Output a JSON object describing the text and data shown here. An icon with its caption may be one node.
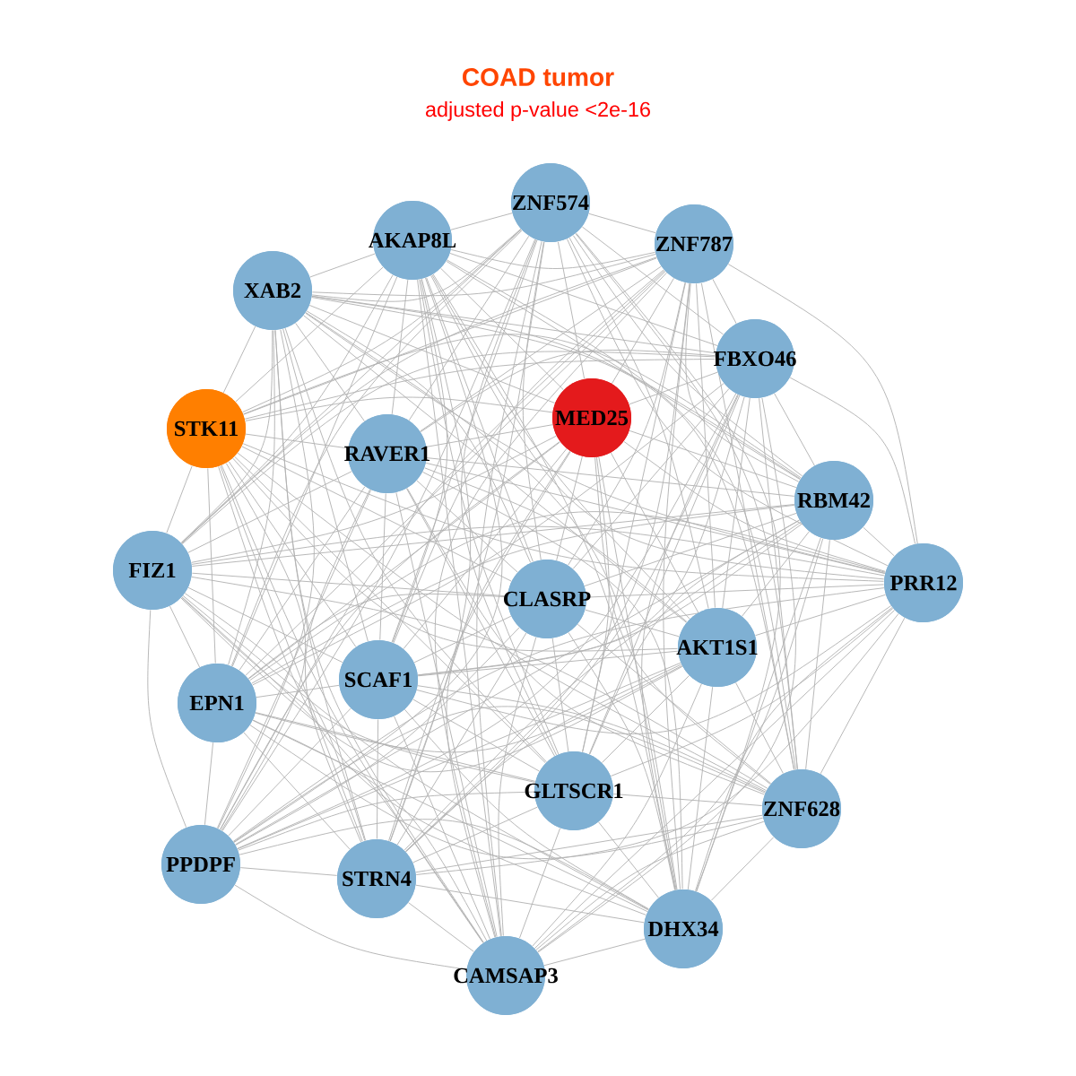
{
  "diagram": {
    "title": "COAD tumor",
    "nodes": [
      {
        "text": [
          "ZNF574"
        ]
      },
      {
        "text": [
          "AKAP8L"
        ]
      },
      {
        "text": [
          "ZNF787"
        ]
      },
      {
        "text": [
          "XAB2"
        ]
      },
      {
        "text": [
          "FBXO46"
        ]
      },
      {
        "text": [
          "MED25"
        ]
      },
      {
        "text": [
          "STK11"
        ]
      },
      {
        "text": [
          "RAVER1"
        ]
      },
      {
        "text": [
          "RBM42"
        ]
      },
      {
        "text": [
          "FIZ1"
        ]
      },
      {
        "text": [
          "CLASRP"
        ]
      },
      {
        "text": [
          "PRR12"
        ]
      },
      {
        "text": [
          "AKT1S1"
        ]
      },
      {
        "text": [
          "EPN1"
        ]
      },
      {
        "text": [
          "SCAF1"
        ]
      },
      {
        "text": [
          "GLTSCR1"
        ]
      },
      {
        "text": [
          "ZNF628"
        ]
      },
      {
        "text": [
          "PPDPF"
        ]
      },
      {
        "text": [
          "STRN4"
        ]
      },
      {
        "text": [
          "DHX34"
        ]
      },
      {
        "text": [
          "CAMSAP3"
        ]
      }
    ],
    "edges": [
      {
        "from": 0,
        "to": 1,
        "arrow": "none"
      },
      {
        "from": 0,
        "to": 2,
        "arrow": "none"
      },
      {
        "from": 0,
        "to": 3,
        "arrow": "none"
      },
      {
        "from": 0,
        "to": 4,
        "arrow": "none"
      },
      {
        "from": 0,
        "to": 5,
        "arrow": "none"
      },
      {
        "from": 0,
        "to": 6,
        "arrow": "none"
      },
      {
        "from": 0,
        "to": 7,
        "arrow": "none"
      },
      {
        "from": 0,
        "to": 8,
        "arrow": "none"
      },
      {
        "from": 0,
        "to": 9,
        "arrow": "none"
      },
      {
        "from": 0,
        "to": 10,
        "arrow": "none"
      },
      {
        "from": 0,
        "to": 11,
        "arrow": "none"
      },
      {
        "from": 0,
        "to": 12,
        "arrow": "none"
      },
      {
        "from": 0,
        "to": 13,
        "arrow": "none"
      },
      {
        "from": 0,
        "to": 14,
        "arrow": "none"
      },
      {
        "from": 0,
        "to": 15,
        "arrow": "none"
      },
      {
        "from": 0,
        "to": 16,
        "arrow": "none"
      },
      {
        "from": 0,
        "to": 17,
        "arrow": "none"
      },
      {
        "from": 0,
        "to": 18,
        "arrow": "none"
      },
      {
        "from": 0,
        "to": 19,
        "arrow": "none"
      },
      {
        "from": 0,
        "to": 20,
        "arrow": "none"
      },
      {
        "from": 1,
        "to": 2,
        "arrow": "none"
      },
      {
        "from": 1,
        "to": 3,
        "arrow": "none"
      },
      {
        "from": 1,
        "to": 4,
        "arrow": "none"
      },
      {
        "from": 1,
        "to": 5,
        "arrow": "none"
      },
      {
        "from": 1,
        "to": 6,
        "arrow": "none"
      },
      {
        "from": 1,
        "to": 7,
        "arrow": "none"
      },
      {
        "from": 1,
        "to": 8,
        "arrow": "none"
      },
      {
        "from": 1,
        "to": 9,
        "arrow": "none"
      },
      {
        "from": 1,
        "to": 10,
        "arrow": "none"
      },
      {
        "from": 1,
        "to": 11,
        "arrow": "none"
      },
      {
        "from": 1,
        "to": 12,
        "arrow": "none"
      },
      {
        "from": 1,
        "to": 13,
        "arrow": "none"
      },
      {
        "from": 1,
        "to": 14,
        "arrow": "none"
      },
      {
        "from": 1,
        "to": 15,
        "arrow": "none"
      },
      {
        "from": 1,
        "to": 16,
        "arrow": "none"
      },
      {
        "from": 1,
        "to": 17,
        "arrow": "none"
      },
      {
        "from": 1,
        "to": 18,
        "arrow": "none"
      },
      {
        "from": 1,
        "to": 19,
        "arrow": "none"
      },
      {
        "from": 1,
        "to": 20,
        "arrow": "none"
      },
      {
        "from": 2,
        "to": 3,
        "arrow": "none"
      },
      {
        "from": 2,
        "to": 4,
        "arrow": "none"
      },
      {
        "from": 2,
        "to": 5,
        "arrow": "none"
      },
      {
        "from": 2,
        "to": 6,
        "arrow": "none"
      },
      {
        "from": 2,
        "to": 7,
        "arrow": "none"
      },
      {
        "from": 2,
        "to": 8,
        "arrow": "none"
      },
      {
        "from": 2,
        "to": 9,
        "arrow": "none"
      },
      {
        "from": 2,
        "to": 10,
        "arrow": "none"
      },
      {
        "from": 2,
        "to": 11,
        "arrow": "none"
      },
      {
        "from": 2,
        "to": 12,
        "arrow": "none"
      },
      {
        "from": 2,
        "to": 13,
        "arrow": "none"
      },
      {
        "from": 2,
        "to": 14,
        "arrow": "none"
      },
      {
        "from": 2,
        "to": 15,
        "arrow": "none"
      },
      {
        "from": 2,
        "to": 16,
        "arrow": "none"
      },
      {
        "from": 2,
        "to": 17,
        "arrow": "none"
      },
      {
        "from": 2,
        "to": 18,
        "arrow": "none"
      },
      {
        "from": 2,
        "to": 19,
        "arrow": "none"
      },
      {
        "from": 2,
        "to": 20,
        "arrow": "none"
      },
      {
        "from": 3,
        "to": 4,
        "arrow": "none"
      },
      {
        "from": 3,
        "to": 5,
        "arrow": "none"
      },
      {
        "from": 3,
        "to": 6,
        "arrow": "none"
      },
      {
        "from": 3,
        "to": 7,
        "arrow": "none"
      },
      {
        "from": 3,
        "to": 8,
        "arrow": "none"
      },
      {
        "from": 3,
        "to": 9,
        "arrow": "none"
      },
      {
        "from": 3,
        "to": 10,
        "arrow": "none"
      },
      {
        "from": 3,
        "to": 11,
        "arrow": "none"
      },
      {
        "from": 3,
        "to": 12,
        "arrow": "none"
      },
      {
        "from": 3,
        "to": 13,
        "arrow": "none"
      },
      {
        "from": 3,
        "to": 14,
        "arrow": "none"
      },
      {
        "from": 3,
        "to": 15,
        "arrow": "none"
      },
      {
        "from": 3,
        "to": 16,
        "arrow": "none"
      },
      {
        "from": 3,
        "to": 17,
        "arrow": "none"
      },
      {
        "from": 3,
        "to": 18,
        "arrow": "none"
      },
      {
        "from": 3,
        "to": 19,
        "arrow": "none"
      },
      {
        "from": 3,
        "to": 20,
        "arrow": "none"
      },
      {
        "from": 4,
        "to": 5,
        "arrow": "none"
      },
      {
        "from": 4,
        "to": 6,
        "arrow": "none"
      },
      {
        "from": 4,
        "to": 7,
        "arrow": "none"
      },
      {
        "from": 4,
        "to": 8,
        "arrow": "none"
      },
      {
        "from": 4,
        "to": 9,
        "arrow": "none"
      },
      {
        "from": 4,
        "to": 10,
        "arrow": "none"
      },
      {
        "from": 4,
        "to": 11,
        "arrow": "none"
      },
      {
        "from": 4,
        "to": 12,
        "arrow": "none"
      },
      {
        "from": 4,
        "to": 13,
        "arrow": "none"
      },
      {
        "from": 4,
        "to": 14,
        "arrow": "none"
      },
      {
        "from": 4,
        "to": 15,
        "arrow": "none"
      },
      {
        "from": 4,
        "to": 16,
        "arrow": "none"
      },
      {
        "from": 4,
        "to": 17,
        "arrow": "none"
      },
      {
        "from": 4,
        "to": 18,
        "arrow": "none"
      },
      {
        "from": 4,
        "to": 19,
        "arrow": "none"
      },
      {
        "from": 4,
        "to": 20,
        "arrow": "none"
      },
      {
        "from": 5,
        "to": 6,
        "arrow": "none"
      },
      {
        "from": 5,
        "to": 7,
        "arrow": "none"
      },
      {
        "from": 5,
        "to": 8,
        "arrow": "none"
      },
      {
        "from": 5,
        "to": 9,
        "arrow": "none"
      },
      {
        "from": 5,
        "to": 10,
        "arrow": "none"
      },
      {
        "from": 5,
        "to": 11,
        "arrow": "none"
      },
      {
        "from": 5,
        "to": 12,
        "arrow": "none"
      },
      {
        "from": 5,
        "to": 13,
        "arrow": "none"
      },
      {
        "from": 5,
        "to": 14,
        "arrow": "none"
      },
      {
        "from": 5,
        "to": 15,
        "arrow": "none"
      },
      {
        "from": 5,
        "to": 16,
        "arrow": "none"
      },
      {
        "from": 5,
        "to": 17,
        "arrow": "none"
      },
      {
        "from": 5,
        "to": 18,
        "arrow": "none"
      },
      {
        "from": 5,
        "to": 19,
        "arrow": "none"
      },
      {
        "from": 5,
        "to": 20,
        "arrow": "none"
      },
      {
        "from": 6,
        "to": 7,
        "arrow": "none"
      },
      {
        "from": 6,
        "to": 8,
        "arrow": "none"
      },
      {
        "from": 6,
        "to": 9,
        "arrow": "none"
      },
      {
        "from": 6,
        "to": 10,
        "arrow": "none"
      },
      {
        "from": 6,
        "to": 11,
        "arrow": "none"
      },
      {
        "from": 6,
        "to": 12,
        "arrow": "none"
      },
      {
        "from": 6,
        "to": 13,
        "arrow": "none"
      },
      {
        "from": 6,
        "to": 14,
        "arrow": "none"
      },
      {
        "from": 6,
        "to": 15,
        "arrow": "none"
      },
      {
        "from": 6,
        "to": 16,
        "arrow": "none"
      },
      {
        "from": 6,
        "to": 17,
        "arrow": "none"
      },
      {
        "from": 6,
        "to": 18,
        "arrow": "none"
      },
      {
        "from": 6,
        "to": 19,
        "arrow": "none"
      },
      {
        "from": 6,
        "to": 20,
        "arrow": "none"
      },
      {
        "from": 7,
        "to": 8,
        "arrow": "none"
      },
      {
        "from": 7,
        "to": 9,
        "arrow": "none"
      },
      {
        "from": 7,
        "to": 10,
        "arrow": "none"
      },
      {
        "from": 7,
        "to": 11,
        "arrow": "none"
      },
      {
        "from": 7,
        "to": 12,
        "arrow": "none"
      },
      {
        "from": 7,
        "to": 13,
        "arrow": "none"
      },
      {
        "from": 7,
        "to": 14,
        "arrow": "none"
      },
      {
        "from": 7,
        "to": 15,
        "arrow": "none"
      },
      {
        "from": 7,
        "to": 16,
        "arrow": "none"
      },
      {
        "from": 7,
        "to": 17,
        "arrow": "none"
      },
      {
        "from": 7,
        "to": 18,
        "arrow": "none"
      },
      {
        "from": 7,
        "to": 19,
        "arrow": "none"
      },
      {
        "from": 7,
        "to": 20,
        "arrow": "none"
      },
      {
        "from": 8,
        "to": 9,
        "arrow": "none"
      },
      {
        "from": 8,
        "to": 10,
        "arrow": "none"
      },
      {
        "from": 8,
        "to": 11,
        "arrow": "none"
      },
      {
        "from": 8,
        "to": 12,
        "arrow": "none"
      },
      {
        "from": 8,
        "to": 13,
        "arrow": "none"
      },
      {
        "from": 8,
        "to": 14,
        "arrow": "none"
      },
      {
        "from": 8,
        "to": 15,
        "arrow": "none"
      },
      {
        "from": 8,
        "to": 16,
        "arrow": "none"
      },
      {
        "from": 8,
        "to": 17,
        "arrow": "none"
      },
      {
        "from": 8,
        "to": 18,
        "arrow": "none"
      },
      {
        "from": 8,
        "to": 19,
        "arrow": "none"
      },
      {
        "from": 8,
        "to": 20,
        "arrow": "none"
      },
      {
        "from": 9,
        "to": 10,
        "arrow": "none"
      },
      {
        "from": 9,
        "to": 11,
        "arrow": "none"
      },
      {
        "from": 9,
        "to": 12,
        "arrow": "none"
      },
      {
        "from": 9,
        "to": 13,
        "arrow": "none"
      },
      {
        "from": 9,
        "to": 14,
        "arrow": "none"
      },
      {
        "from": 9,
        "to": 15,
        "arrow": "none"
      },
      {
        "from": 9,
        "to": 16,
        "arrow": "none"
      },
      {
        "from": 9,
        "to": 17,
        "arrow": "none"
      },
      {
        "from": 9,
        "to": 18,
        "arrow": "none"
      },
      {
        "from": 9,
        "to": 19,
        "arrow": "none"
      },
      {
        "from": 9,
        "to": 20,
        "arrow": "none"
      },
      {
        "from": 10,
        "to": 11,
        "arrow": "none"
      },
      {
        "from": 10,
        "to": 12,
        "arrow": "none"
      },
      {
        "from": 10,
        "to": 13,
        "arrow": "none"
      },
      {
        "from": 10,
        "to": 14,
        "arrow": "none"
      },
      {
        "from": 10,
        "to": 15,
        "arrow": "none"
      },
      {
        "from": 10,
        "to": 16,
        "arrow": "none"
      },
      {
        "from": 10,
        "to": 17,
        "arrow": "none"
      },
      {
        "from": 10,
        "to": 18,
        "arrow": "none"
      },
      {
        "from": 10,
        "to": 19,
        "arrow": "none"
      },
      {
        "from": 10,
        "to": 20,
        "arrow": "none"
      },
      {
        "from": 11,
        "to": 12,
        "arrow": "none"
      },
      {
        "from": 11,
        "to": 13,
        "arrow": "none"
      },
      {
        "from": 11,
        "to": 14,
        "arrow": "none"
      },
      {
        "from": 11,
        "to": 15,
        "arrow": "none"
      },
      {
        "from": 11,
        "to": 16,
        "arrow": "none"
      },
      {
        "from": 11,
        "to": 17,
        "arrow": "none"
      },
      {
        "from": 11,
        "to": 18,
        "arrow": "none"
      },
      {
        "from": 11,
        "to": 19,
        "arrow": "none"
      },
      {
        "from": 11,
        "to": 20,
        "arrow": "none"
      },
      {
        "from": 12,
        "to": 13,
        "arrow": "none"
      },
      {
        "from": 12,
        "to": 14,
        "arrow": "none"
      },
      {
        "from": 12,
        "to": 15,
        "arrow": "none"
      },
      {
        "from": 12,
        "to": 16,
        "arrow": "none"
      },
      {
        "from": 12,
        "to": 17,
        "arrow": "none"
      },
      {
        "from": 12,
        "to": 18,
        "arrow": "none"
      },
      {
        "from": 12,
        "to": 19,
        "arrow": "none"
      },
      {
        "from": 12,
        "to": 20,
        "arrow": "none"
      },
      {
        "from": 13,
        "to": 14,
        "arrow": "none"
      },
      {
        "from": 13,
        "to": 15,
        "arrow": "none"
      },
      {
        "from": 13,
        "to": 16,
        "arrow": "none"
      },
      {
        "from": 13,
        "to": 17,
        "arrow": "none"
      },
      {
        "from": 13,
        "to": 18,
        "arrow": "none"
      },
      {
        "from": 13,
        "to": 19,
        "arrow": "none"
      },
      {
        "from": 13,
        "to": 20,
        "arrow": "none"
      },
      {
        "from": 14,
        "to": 15,
        "arrow": "none"
      },
      {
        "from": 14,
        "to": 16,
        "arrow": "none"
      },
      {
        "from": 14,
        "to": 17,
        "arrow": "none"
      },
      {
        "from": 14,
        "to": 18,
        "arrow": "none"
      },
      {
        "from": 14,
        "to": 19,
        "arrow": "none"
      },
      {
        "from": 14,
        "to": 20,
        "arrow": "none"
      },
      {
        "from": 15,
        "to": 16,
        "arrow": "none"
      },
      {
        "from": 15,
        "to": 17,
        "arrow": "none"
      },
      {
        "from": 15,
        "to": 18,
        "arrow": "none"
      },
      {
        "from": 15,
        "to": 19,
        "arrow": "none"
      },
      {
        "from": 15,
        "to": 20,
        "arrow": "none"
      },
      {
        "from": 16,
        "to": 17,
        "arrow": "none"
      },
      {
        "from": 16,
        "to": 18,
        "arrow": "none"
      },
      {
        "from": 16,
        "to": 19,
        "arrow": "none"
      },
      {
        "from": 16,
        "to": 20,
        "arrow": "none"
      },
      {
        "from": 17,
        "to": 18,
        "arrow": "none"
      },
      {
        "from": 17,
        "to": 19,
        "arrow": "none"
      },
      {
        "from": 17,
        "to": 20,
        "arrow": "none"
      },
      {
        "from": 18,
        "to": 19,
        "arrow": "none"
      },
      {
        "from": 18,
        "to": 20,
        "arrow": "none"
      },
      {
        "from": 19,
        "to": 20,
        "arrow": "none"
      }
    ],
    "labels": [
      "adjusted p-value <2e-16"
    ]
  }
}
